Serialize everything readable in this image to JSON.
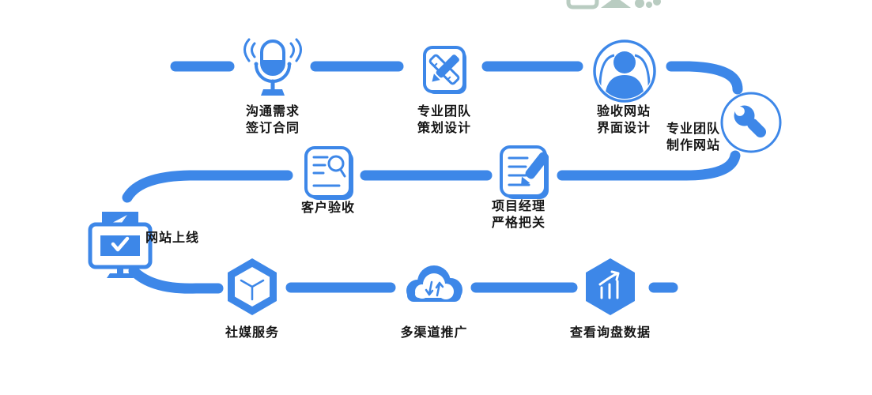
{
  "colors": {
    "accent": "#3D87E8",
    "text": "#151515",
    "watermark": "#B9CCC1",
    "background": "#FFFFFF"
  },
  "flow": {
    "type": "process-flowchart",
    "rows": 3,
    "steps": [
      {
        "icon": "microphone-icon",
        "label_lines": [
          "沟通需求",
          "签订合同"
        ]
      },
      {
        "icon": "ruler-pencil-icon",
        "label_lines": [
          "专业团队",
          "策划设计"
        ]
      },
      {
        "icon": "user-avatar-icon",
        "label_lines": [
          "验收网站",
          "界面设计"
        ]
      },
      {
        "icon": "wrench-icon",
        "label_lines": [
          "专业团队",
          "制作网站"
        ]
      },
      {
        "icon": "document-search-icon",
        "label_lines": [
          "客户验收"
        ]
      },
      {
        "icon": "document-pen-icon",
        "label_lines": [
          "项目经理",
          "严格把关"
        ]
      },
      {
        "icon": "monitor-launch-icon",
        "label_lines": [
          "网站上线"
        ]
      },
      {
        "icon": "cube-hexagon-icon",
        "label_lines": [
          "社媒服务"
        ]
      },
      {
        "icon": "cloud-promotion-icon",
        "label_lines": [
          "多渠道推广"
        ]
      },
      {
        "icon": "chart-hexagon-icon",
        "label_lines": [
          "查看询盘数据"
        ]
      }
    ]
  }
}
